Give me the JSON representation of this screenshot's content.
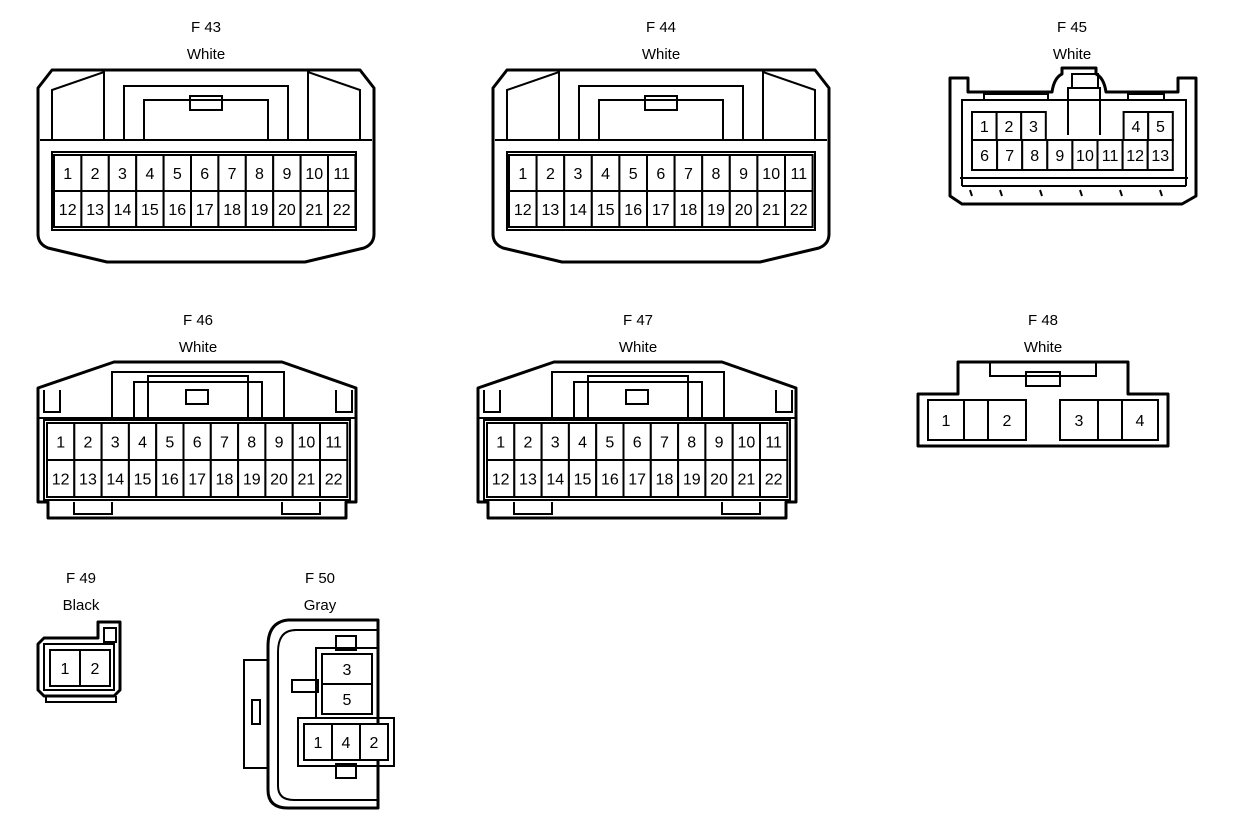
{
  "connectors": [
    {
      "id": "F 43",
      "color": "White",
      "pins": [
        [
          "1",
          "2",
          "3",
          "4",
          "5",
          "6",
          "7",
          "8",
          "9",
          "10",
          "11"
        ],
        [
          "12",
          "13",
          "14",
          "15",
          "16",
          "17",
          "18",
          "19",
          "20",
          "21",
          "22"
        ]
      ]
    },
    {
      "id": "F 44",
      "color": "White",
      "pins": [
        [
          "1",
          "2",
          "3",
          "4",
          "5",
          "6",
          "7",
          "8",
          "9",
          "10",
          "11"
        ],
        [
          "12",
          "13",
          "14",
          "15",
          "16",
          "17",
          "18",
          "19",
          "20",
          "21",
          "22"
        ]
      ]
    },
    {
      "id": "F 45",
      "color": "White",
      "pins": [
        [
          "1",
          "2",
          "3",
          "",
          "",
          "",
          "",
          "",
          "4",
          "5"
        ],
        [
          "6",
          "7",
          "8",
          "9",
          "10",
          "11",
          "12",
          "13"
        ]
      ]
    },
    {
      "id": "F 46",
      "color": "White",
      "pins": [
        [
          "1",
          "2",
          "3",
          "4",
          "5",
          "6",
          "7",
          "8",
          "9",
          "10",
          "11"
        ],
        [
          "12",
          "13",
          "14",
          "15",
          "16",
          "17",
          "18",
          "19",
          "20",
          "21",
          "22"
        ]
      ]
    },
    {
      "id": "F 47",
      "color": "White",
      "pins": [
        [
          "1",
          "2",
          "3",
          "4",
          "5",
          "6",
          "7",
          "8",
          "9",
          "10",
          "11"
        ],
        [
          "12",
          "13",
          "14",
          "15",
          "16",
          "17",
          "18",
          "19",
          "20",
          "21",
          "22"
        ]
      ]
    },
    {
      "id": "F 48",
      "color": "White",
      "pins": [
        [
          "1",
          "",
          "2",
          "",
          "3",
          "",
          "4"
        ]
      ]
    },
    {
      "id": "F 49",
      "color": "Black",
      "pins": [
        [
          "1",
          "2"
        ]
      ]
    },
    {
      "id": "F 50",
      "color": "Gray",
      "pins": [
        [
          "3"
        ],
        [
          "5"
        ],
        [
          "1",
          "4",
          "2"
        ]
      ]
    }
  ]
}
